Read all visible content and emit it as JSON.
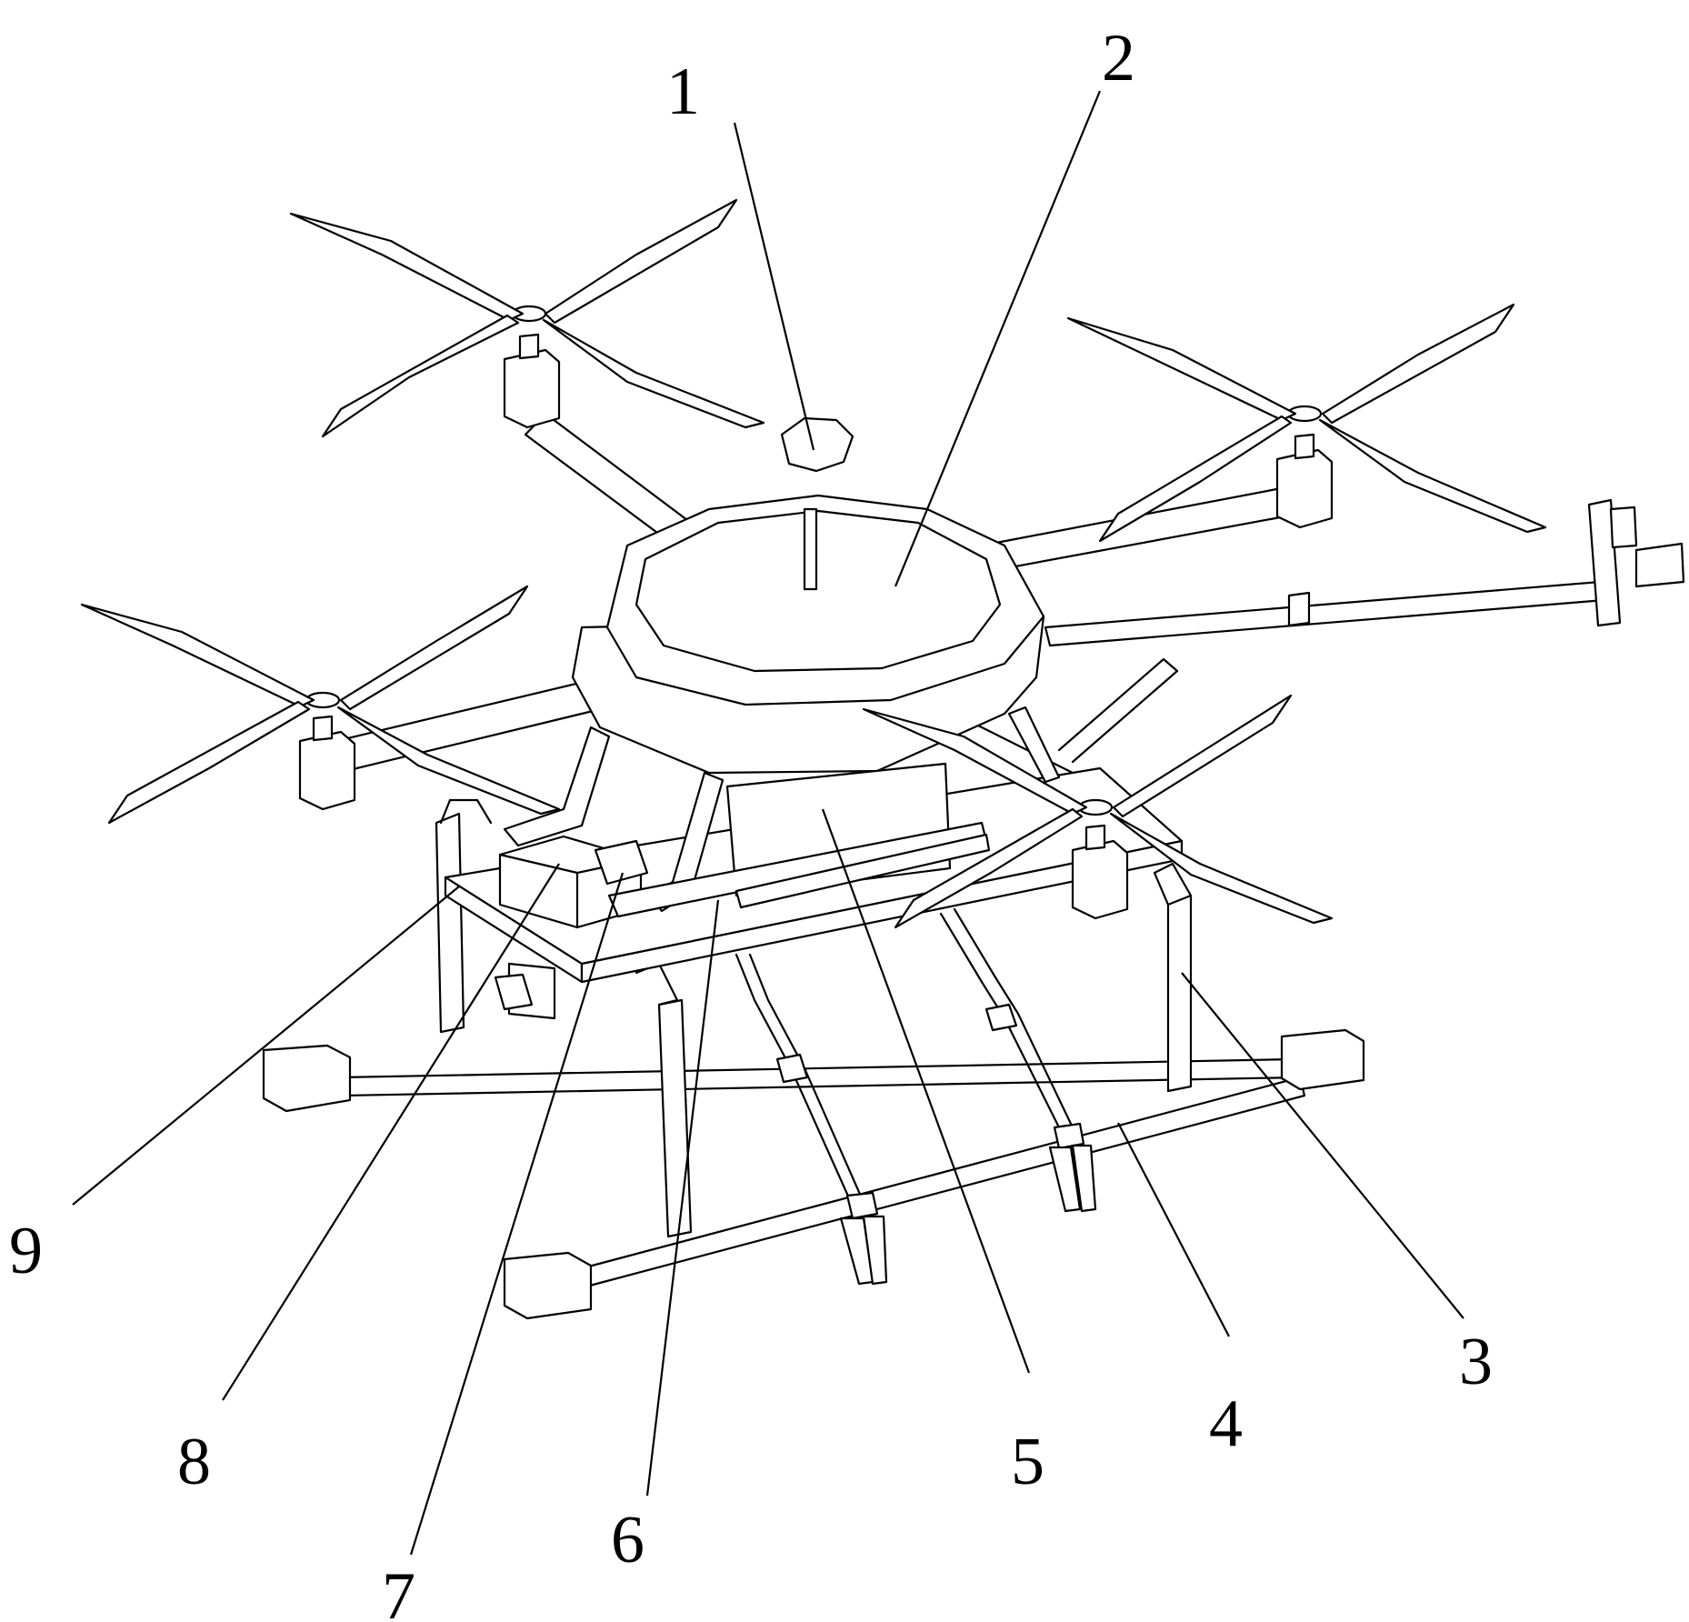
{
  "figure": {
    "type": "patent line drawing",
    "subject": "multi-rotor drone with landing gear and clamps",
    "stroke_color": "#000000",
    "background": "#ffffff"
  },
  "callouts": [
    {
      "id": "1",
      "label": "1"
    },
    {
      "id": "2",
      "label": "2"
    },
    {
      "id": "3",
      "label": "3"
    },
    {
      "id": "4",
      "label": "4"
    },
    {
      "id": "5",
      "label": "5"
    },
    {
      "id": "6",
      "label": "6"
    },
    {
      "id": "7",
      "label": "7"
    },
    {
      "id": "8",
      "label": "8"
    },
    {
      "id": "9",
      "label": "9"
    }
  ]
}
